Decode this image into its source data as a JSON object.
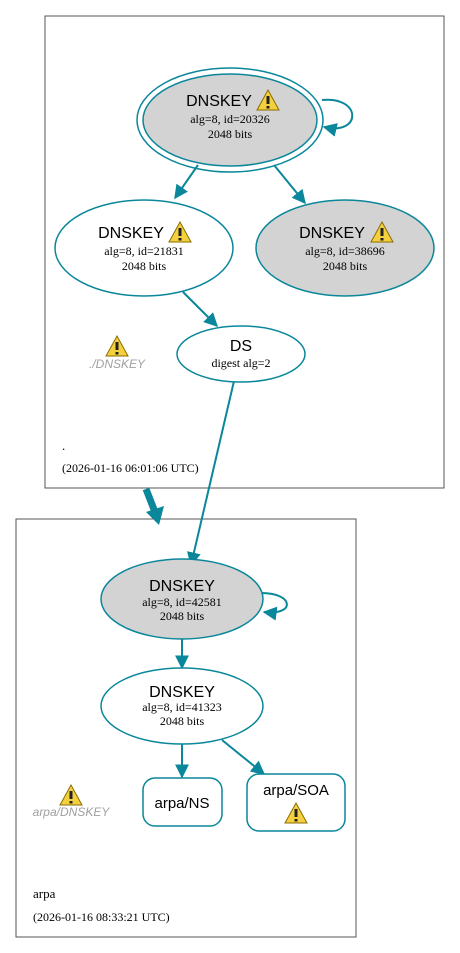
{
  "colors": {
    "edge": "#0a879a",
    "node_fill_ksk": "#d3d3d3",
    "node_fill": "#ffffff",
    "box_border": "#555555",
    "muted_text": "#a0a0a0",
    "warning_fill": "#f4d03f"
  },
  "zones": {
    "root": {
      "name": ".",
      "timestamp": "(2026-01-16 06:01:06 UTC)",
      "missing_label": "./DNSKEY"
    },
    "arpa": {
      "name": "arpa",
      "timestamp": "(2026-01-16 08:33:21 UTC)",
      "missing_label": "arpa/DNSKEY"
    }
  },
  "nodes": {
    "root_ksk": {
      "title": "DNSKEY",
      "line1": "alg=8, id=20326",
      "line2": "2048 bits"
    },
    "root_zsk1": {
      "title": "DNSKEY",
      "line1": "alg=8, id=21831",
      "line2": "2048 bits"
    },
    "root_zsk2": {
      "title": "DNSKEY",
      "line1": "alg=8, id=38696",
      "line2": "2048 bits"
    },
    "root_ds": {
      "title": "DS",
      "line1": "digest alg=2"
    },
    "arpa_ksk": {
      "title": "DNSKEY",
      "line1": "alg=8, id=42581",
      "line2": "2048 bits"
    },
    "arpa_zsk": {
      "title": "DNSKEY",
      "line1": "alg=8, id=41323",
      "line2": "2048 bits"
    },
    "arpa_ns": {
      "title": "arpa/NS"
    },
    "arpa_soa": {
      "title": "arpa/SOA"
    }
  },
  "icons": {
    "warning": "warning-triangle-icon"
  }
}
